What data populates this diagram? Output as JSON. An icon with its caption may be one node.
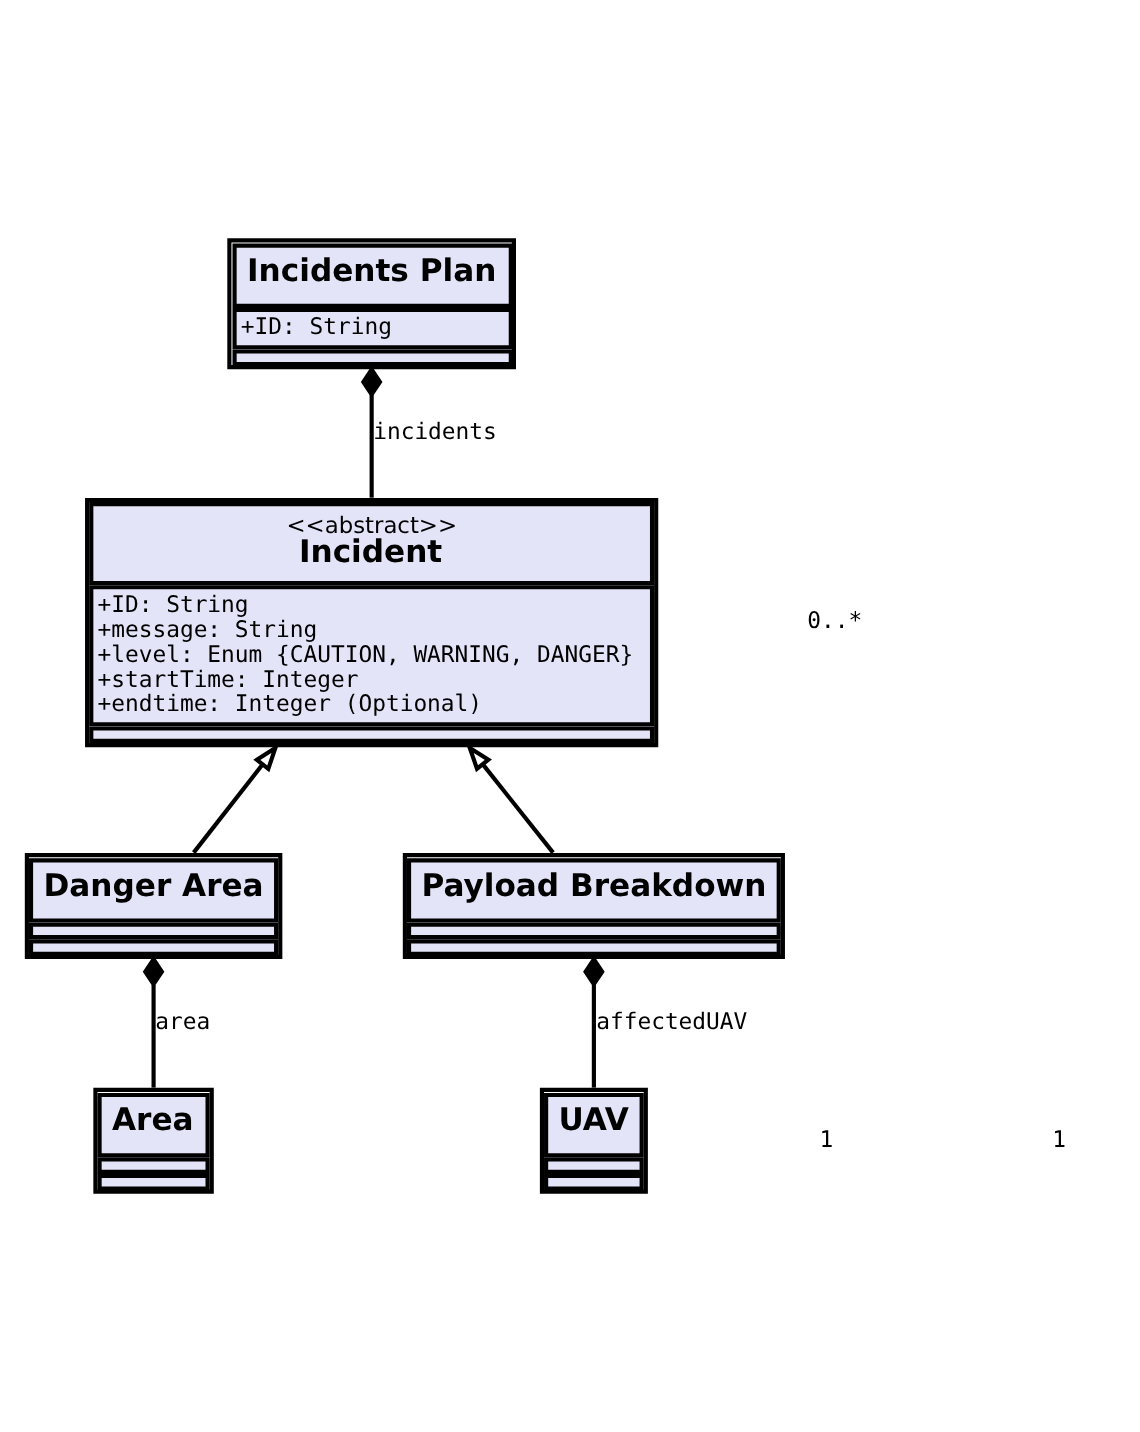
{
  "diagram": {
    "nodes": [
      {
        "text": [
          "Incidents Plan",
          "+ID: String"
        ]
      },
      {
        "text": [
          "<<abstract>>",
          "Incident",
          "+ID: String",
          "+message: String",
          "+level: Enum {CAUTION, WARNING, DANGER}",
          "+startTime: Integer",
          "+endtime: Integer (Optional)"
        ]
      },
      {
        "text": [
          "Danger Area"
        ]
      },
      {
        "text": [
          "Payload Breakdown"
        ]
      },
      {
        "text": [
          "Area"
        ]
      },
      {
        "text": [
          "UAV"
        ]
      }
    ],
    "edges": [
      {
        "from": 0,
        "to": 1,
        "arrow": "other",
        "label": "incidents"
      },
      {
        "from": 2,
        "to": 1,
        "arrow": "to"
      },
      {
        "from": 3,
        "to": 1,
        "arrow": "to"
      },
      {
        "from": 2,
        "to": 4,
        "arrow": "other",
        "label": "area"
      },
      {
        "from": 3,
        "to": 5,
        "arrow": "other",
        "label": "affectedUAV"
      }
    ],
    "labels": [
      "0..*",
      "1",
      "1"
    ]
  }
}
